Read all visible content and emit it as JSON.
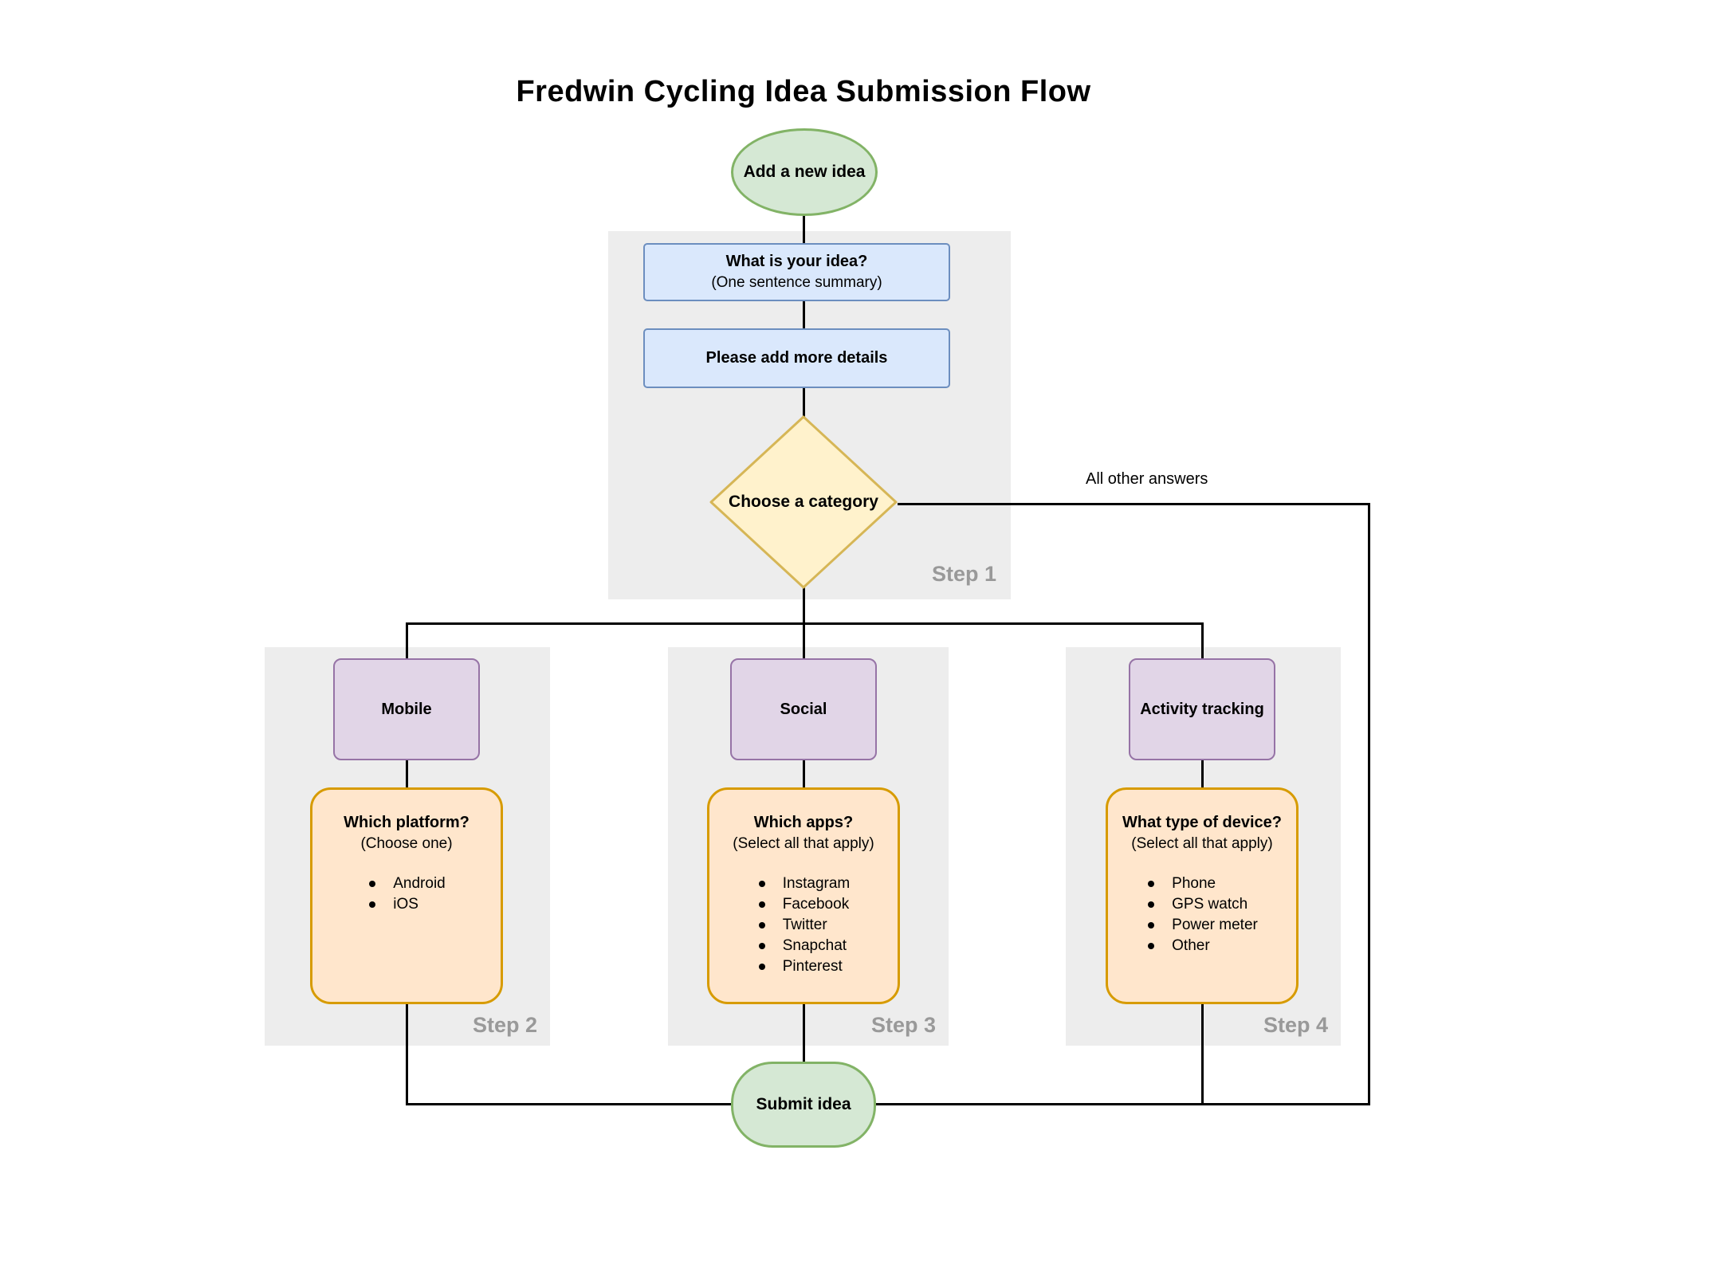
{
  "title": "Fredwin Cycling Idea Submission Flow",
  "start": {
    "label": "Add a new idea"
  },
  "step1": {
    "label": "Step 1",
    "question_idea": {
      "heading": "What is your idea?",
      "sub": "(One sentence summary)"
    },
    "question_details": {
      "heading": "Please add more details"
    },
    "decision": {
      "label": "Choose a category"
    }
  },
  "decision_edge_label": "All other answers",
  "branches": [
    {
      "step_label": "Step 2",
      "category": "Mobile",
      "question": "Which platform?",
      "hint": "(Choose one)",
      "options": [
        "Android",
        "iOS"
      ]
    },
    {
      "step_label": "Step 3",
      "category": "Social",
      "question": "Which apps?",
      "hint": "(Select all that apply)",
      "options": [
        "Instagram",
        "Facebook",
        "Twitter",
        "Snapchat",
        "Pinterest"
      ]
    },
    {
      "step_label": "Step 4",
      "category": "Activity tracking",
      "question": "What type of device?",
      "hint": "(Select all that apply)",
      "options": [
        "Phone",
        "GPS watch",
        "Power meter",
        "Other"
      ]
    }
  ],
  "end": {
    "label": "Submit idea"
  },
  "colors": {
    "terminator_fill": "#d5e8d4",
    "terminator_stroke": "#82b366",
    "question_fill": "#dae8fc",
    "question_stroke": "#6c8ebf",
    "decision_fill": "#fff2cc",
    "decision_stroke": "#d6b656",
    "category_fill": "#e1d5e7",
    "category_stroke": "#9673a6",
    "options_fill": "#ffe6cc",
    "options_stroke": "#d79b00",
    "container_fill": "#ededed",
    "edge": "#000000",
    "step_label_color": "#999999"
  }
}
